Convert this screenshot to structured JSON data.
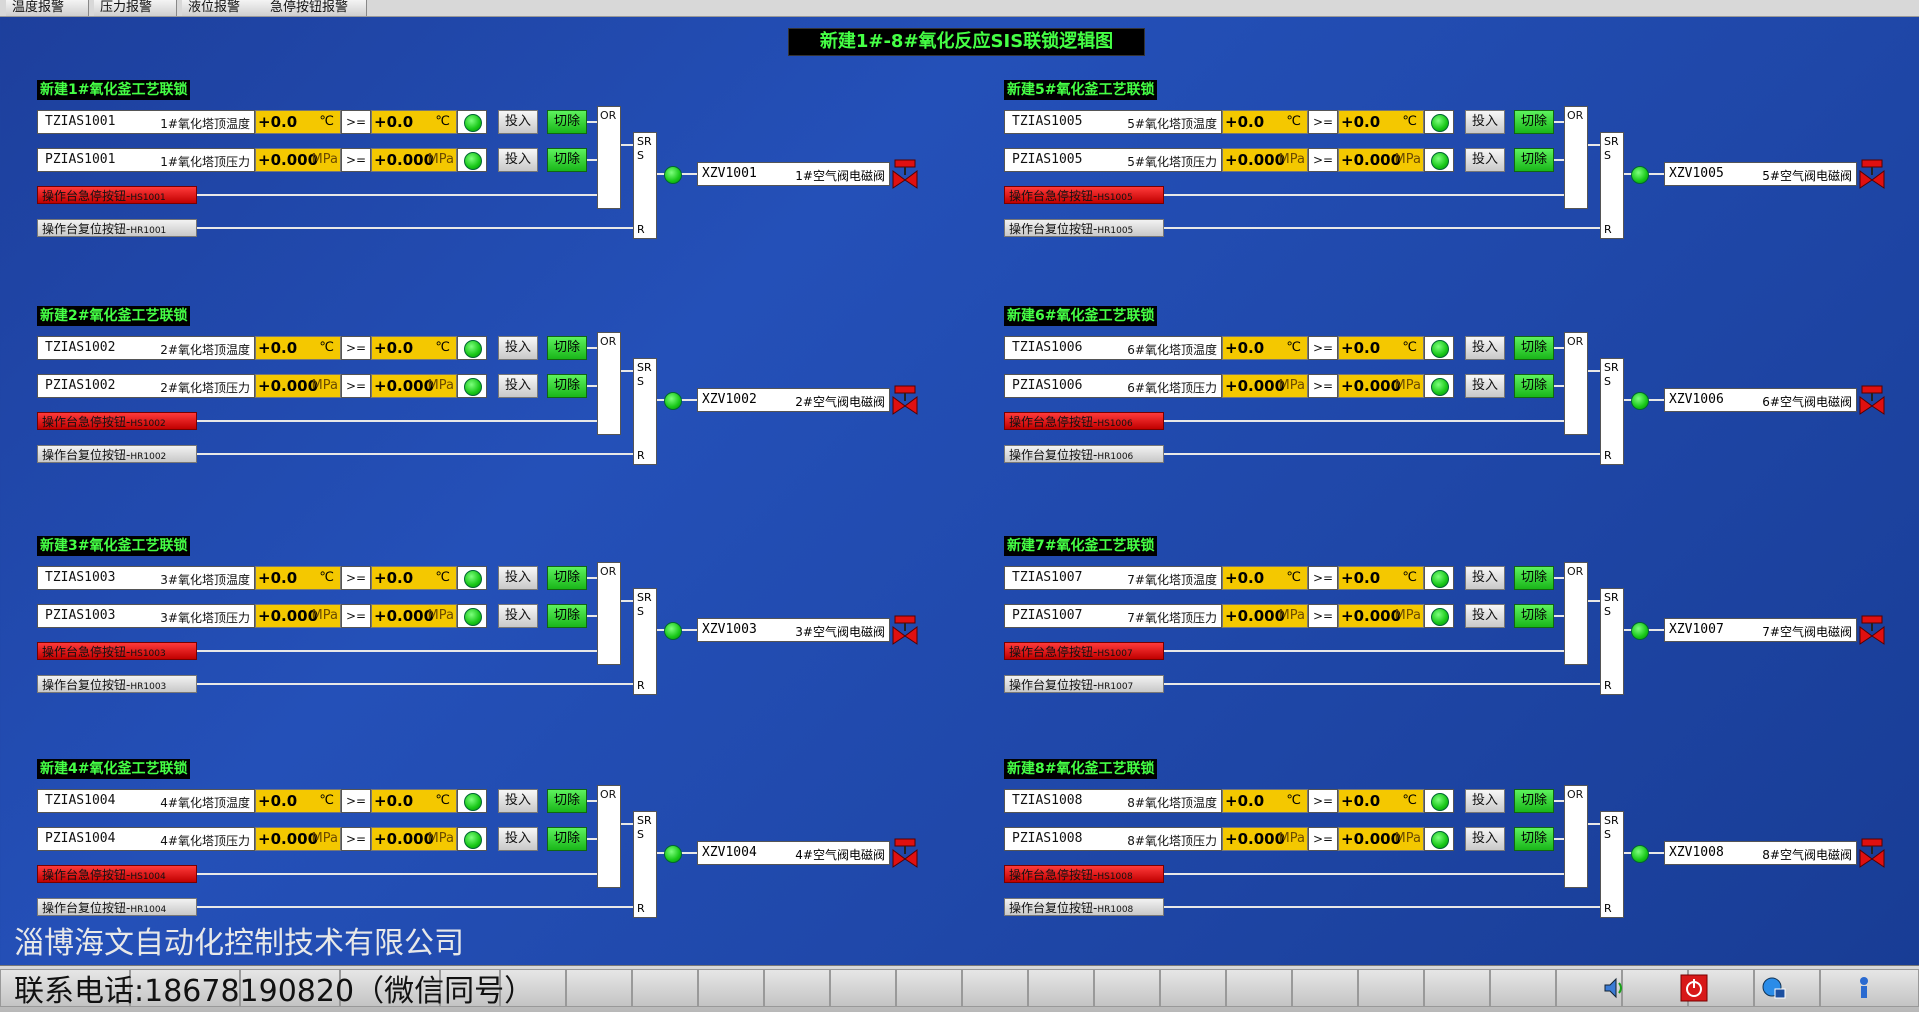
{
  "tabs": [
    "温度报警",
    "压力报警",
    "液位报警",
    "急停按钮报警"
  ],
  "title": "新建1#-8#氧化反应SIS联锁逻辑图",
  "common": {
    "cmp": ">=",
    "btn_in": "投入",
    "btn_cut": "切除",
    "or": "OR",
    "sr": "SR",
    "s": "S",
    "r": "R",
    "temp_value": "+0.0",
    "temp_unit": "℃",
    "press_value": "+0.000",
    "press_unit": "MPa"
  },
  "sections": [
    {
      "title": "新建1#氧化釜工艺联锁",
      "t_tag": "TZIAS1001",
      "t_desc": "1#氧化塔顶温度",
      "p_tag": "PZIAS1001",
      "p_desc": "1#氧化塔顶压力",
      "es_label": "操作台急停按钮-",
      "es_code": "HS1001",
      "rs_label": "操作台复位按钮-",
      "rs_code": "HR1001",
      "valve_tag": "XZV1001",
      "valve_desc": "1#空气阀电磁阀"
    },
    {
      "title": "新建2#氧化釜工艺联锁",
      "t_tag": "TZIAS1002",
      "t_desc": "2#氧化塔顶温度",
      "p_tag": "PZIAS1002",
      "p_desc": "2#氧化塔顶压力",
      "es_label": "操作台急停按钮-",
      "es_code": "HS1002",
      "rs_label": "操作台复位按钮-",
      "rs_code": "HR1002",
      "valve_tag": "XZV1002",
      "valve_desc": "2#空气阀电磁阀"
    },
    {
      "title": "新建3#氧化釜工艺联锁",
      "t_tag": "TZIAS1003",
      "t_desc": "3#氧化塔顶温度",
      "p_tag": "PZIAS1003",
      "p_desc": "3#氧化塔顶压力",
      "es_label": "操作台急停按钮-",
      "es_code": "HS1003",
      "rs_label": "操作台复位按钮-",
      "rs_code": "HR1003",
      "valve_tag": "XZV1003",
      "valve_desc": "3#空气阀电磁阀"
    },
    {
      "title": "新建4#氧化釜工艺联锁",
      "t_tag": "TZIAS1004",
      "t_desc": "4#氧化塔顶温度",
      "p_tag": "PZIAS1004",
      "p_desc": "4#氧化塔顶压力",
      "es_label": "操作台急停按钮-",
      "es_code": "HS1004",
      "rs_label": "操作台复位按钮-",
      "rs_code": "HR1004",
      "valve_tag": "XZV1004",
      "valve_desc": "4#空气阀电磁阀"
    },
    {
      "title": "新建5#氧化釜工艺联锁",
      "t_tag": "TZIAS1005",
      "t_desc": "5#氧化塔顶温度",
      "p_tag": "PZIAS1005",
      "p_desc": "5#氧化塔顶压力",
      "es_label": "操作台急停按钮-",
      "es_code": "HS1005",
      "rs_label": "操作台复位按钮-",
      "rs_code": "HR1005",
      "valve_tag": "XZV1005",
      "valve_desc": "5#空气阀电磁阀"
    },
    {
      "title": "新建6#氧化釜工艺联锁",
      "t_tag": "TZIAS1006",
      "t_desc": "6#氧化塔顶温度",
      "p_tag": "PZIAS1006",
      "p_desc": "6#氧化塔顶压力",
      "es_label": "操作台急停按钮-",
      "es_code": "HS1006",
      "rs_label": "操作台复位按钮-",
      "rs_code": "HR1006",
      "valve_tag": "XZV1006",
      "valve_desc": "6#空气阀电磁阀"
    },
    {
      "title": "新建7#氧化釜工艺联锁",
      "t_tag": "TZIAS1007",
      "t_desc": "7#氧化塔顶温度",
      "p_tag": "PZIAS1007",
      "p_desc": "7#氧化塔顶压力",
      "es_label": "操作台急停按钮-",
      "es_code": "HS1007",
      "rs_label": "操作台复位按钮-",
      "rs_code": "HR1007",
      "valve_tag": "XZV1007",
      "valve_desc": "7#空气阀电磁阀"
    },
    {
      "title": "新建8#氧化釜工艺联锁",
      "t_tag": "TZIAS1008",
      "t_desc": "8#氧化塔顶温度",
      "p_tag": "PZIAS1008",
      "p_desc": "8#氧化塔顶压力",
      "es_label": "操作台急停按钮-",
      "es_code": "HS1008",
      "rs_label": "操作台复位按钮-",
      "rs_code": "HR1008",
      "valve_tag": "XZV1008",
      "valve_desc": "8#空气阀电磁阀"
    }
  ],
  "footer": {
    "company": "淄博海文自动化控制技术有限公司",
    "phone": "联系电话:18678190820（微信同号）"
  },
  "colors": {
    "title_green": "#45ff45",
    "value_yellow": "#f4c800",
    "stop_red": "#e01010",
    "bg_blue": "#2450b8"
  },
  "icons": [
    "speaker-icon",
    "power-icon",
    "network-icon",
    "user-icon"
  ]
}
